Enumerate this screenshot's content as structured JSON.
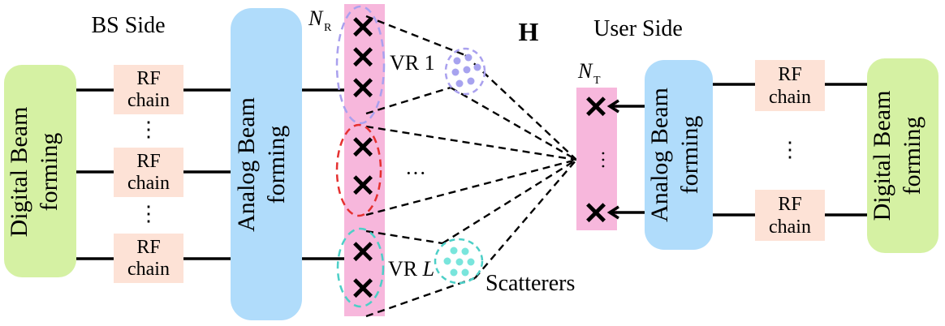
{
  "bs": {
    "title": "BS Side",
    "digital": [
      "Digital Beam",
      "forming"
    ],
    "analog": [
      "Analog Beam",
      "forming"
    ],
    "rf_line1": "RF",
    "rf_line2": "chain",
    "vdots": "⋮"
  },
  "user": {
    "title": "User Side",
    "digital": [
      "Digital Beam",
      "forming"
    ],
    "analog": [
      "Analog Beam",
      "forming"
    ],
    "rf_line1": "RF",
    "rf_line2": "chain",
    "vdots": "⋮"
  },
  "channel_label": "H",
  "nr": {
    "symbol": "N",
    "sub": "R"
  },
  "nt": {
    "symbol": "N",
    "sub": "T"
  },
  "vr1": {
    "text": "VR 1"
  },
  "vrl": {
    "text": "VR ",
    "italic": "L"
  },
  "middle_ellipsis": "···",
  "scatterers": "Scatterers",
  "antenna_mark": "✕",
  "colors": {
    "digital_fill": "#d5f1a3",
    "analog_fill": "#b0dcfb",
    "rf_fill": "#fde2d6",
    "array_fill": "#f7b7dc",
    "vr1_dash": "#a9a0ee",
    "vr_mid_dash": "#e53030",
    "vrl_dash": "#4ccfc7",
    "scatter1_fill": "#a7a3ef",
    "scatter2_fill": "#79e5dc"
  }
}
